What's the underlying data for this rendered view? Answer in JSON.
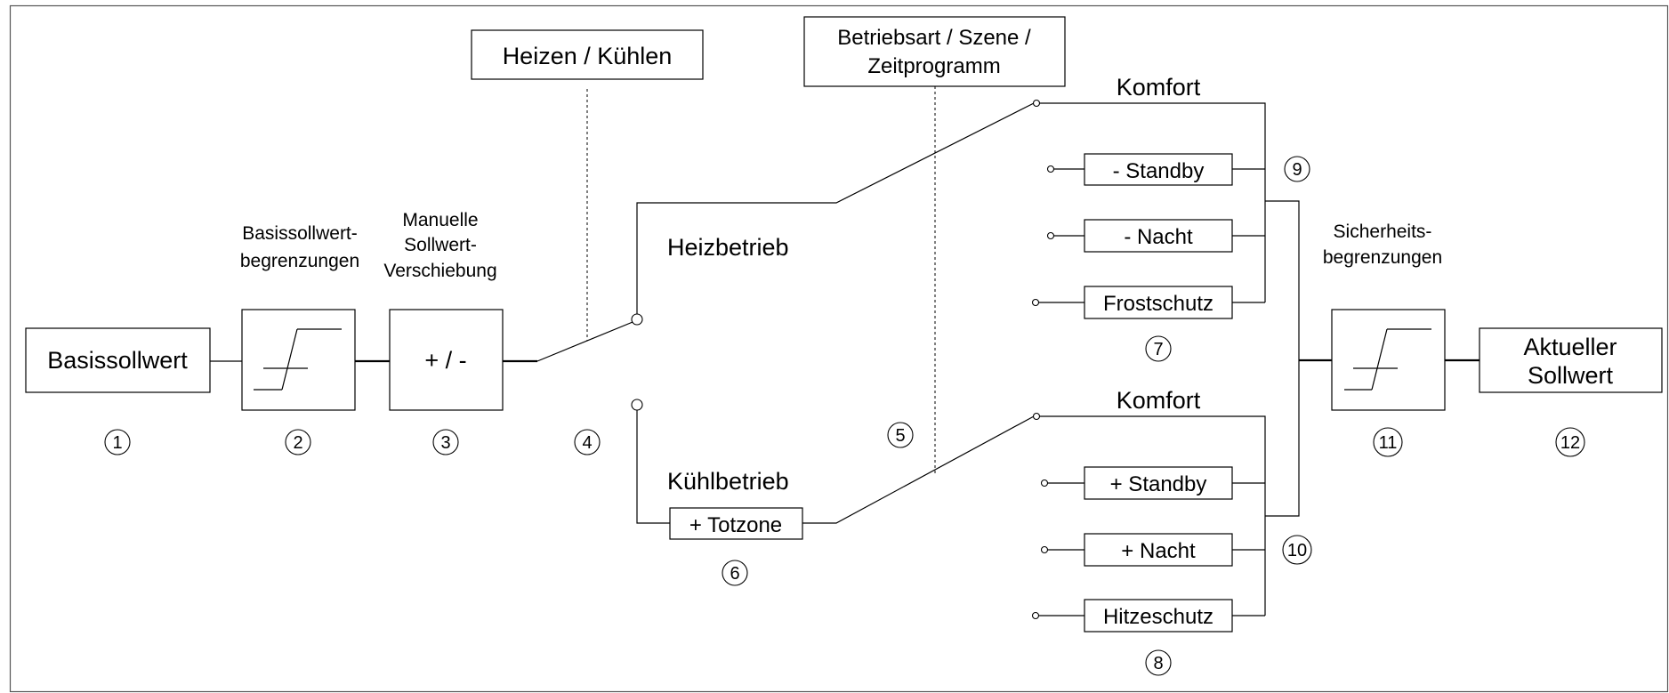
{
  "blocks": {
    "basissollwert": "Basissollwert",
    "plus_minus": "+ / -",
    "heizen_kuehlen": "Heizen / Kühlen",
    "betriebsart_line1": "Betriebsart / Szene /",
    "betriebsart_line2": "Zeitprogramm",
    "totzone": "+ Totzone",
    "minus_standby": "- Standby",
    "minus_nacht": "- Nacht",
    "frostschutz": "Frostschutz",
    "plus_standby": "+ Standby",
    "plus_nacht": "+ Nacht",
    "hitzeschutz": "Hitzeschutz",
    "aktueller_line1": "Aktueller",
    "aktueller_line2": "Sollwert"
  },
  "labels": {
    "basis_grenz_line1": "Basissollwert-",
    "basis_grenz_line2": "begrenzungen",
    "manuelle_line1": "Manuelle",
    "manuelle_line2": "Sollwert-",
    "manuelle_line3": "Verschiebung",
    "heizbetrieb": "Heizbetrieb",
    "kuehlbetrieb": "Kühlbetrieb",
    "komfort_heat": "Komfort",
    "komfort_cool": "Komfort",
    "sicherheit_line1": "Sicherheits-",
    "sicherheit_line2": "begrenzungen"
  },
  "markers": [
    "1",
    "2",
    "3",
    "4",
    "5",
    "6",
    "7",
    "8",
    "9",
    "10",
    "11",
    "12"
  ]
}
